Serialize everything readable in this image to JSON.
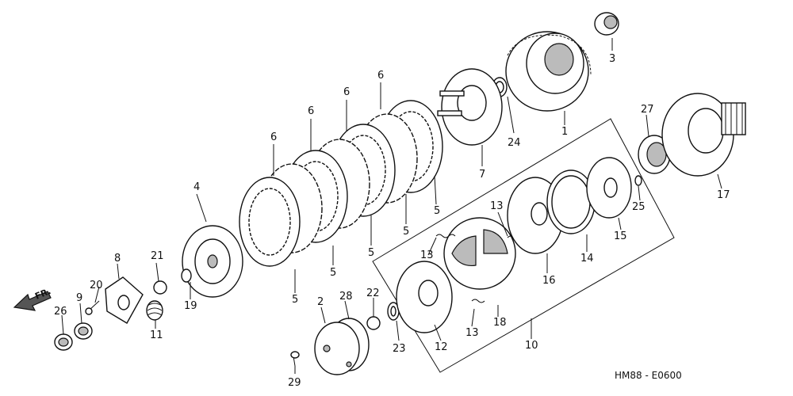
{
  "diagram_code": "HM88 - E0600",
  "front_marker": "FR.",
  "labels": {
    "l1": "1",
    "l2": "2",
    "l3": "3",
    "l4": "4",
    "l5a": "5",
    "l5b": "5",
    "l5c": "5",
    "l5d": "5",
    "l5e": "5",
    "l6a": "6",
    "l6b": "6",
    "l6c": "6",
    "l6d": "6",
    "l7": "7",
    "l8": "8",
    "l9": "9",
    "l10": "10",
    "l11": "11",
    "l12": "12",
    "l13a": "13",
    "l13b": "13",
    "l13c": "13",
    "l14": "14",
    "l15": "15",
    "l16": "16",
    "l17": "17",
    "l18": "18",
    "l19": "19",
    "l20": "20",
    "l21": "21",
    "l22": "22",
    "l23": "23",
    "l24": "24",
    "l25": "25",
    "l26": "26",
    "l27": "27",
    "l28": "28",
    "l29": "29"
  }
}
